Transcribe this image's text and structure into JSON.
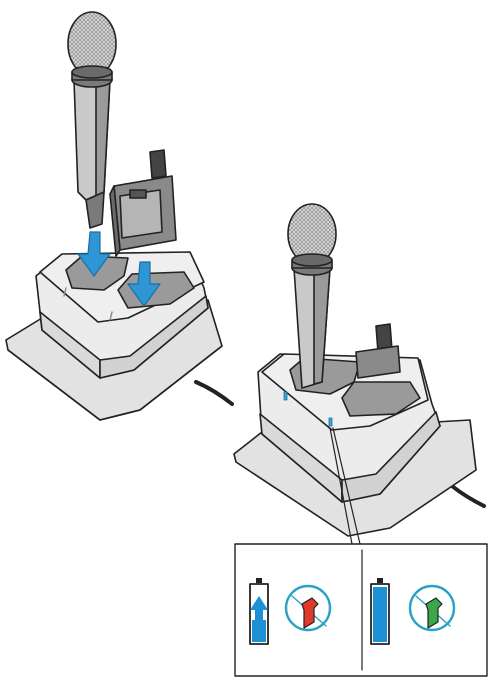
{
  "figure": {
    "scene_top": {
      "step": "insert",
      "items": [
        "handheld-microphone",
        "bodypack-transmitter",
        "charger"
      ],
      "arrow_color": "#2f96d6"
    },
    "scene_bottom": {
      "step": "charging",
      "items": [
        "handheld-microphone",
        "bodypack-transmitter",
        "charger"
      ]
    },
    "legend": {
      "states": [
        {
          "id": "charging",
          "battery_icon": "battery-charging-icon",
          "led_icon": "led-red-icon",
          "led_color": "#e03a2b",
          "battery_color": "#1e90d6"
        },
        {
          "id": "charged",
          "battery_icon": "battery-full-icon",
          "led_icon": "led-green-icon",
          "led_color": "#3aa84a",
          "battery_color": "#1e90d6"
        }
      ],
      "accent": "#2aa2c4"
    },
    "colors": {
      "outline": "#222222",
      "device_gray": "#c9c9c9",
      "device_dark": "#7a7a7a",
      "charger_light": "#ececec",
      "charger_mid": "#dadada",
      "led_blue": "#3aa6d8"
    }
  }
}
